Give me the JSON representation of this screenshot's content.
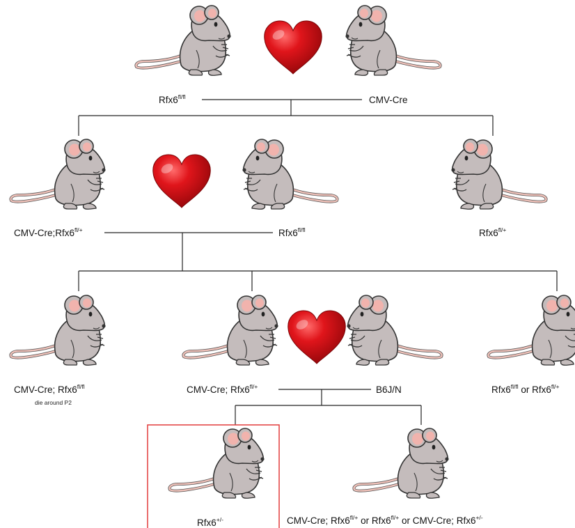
{
  "colors": {
    "line": "#222222",
    "heart": "#e0151b",
    "highlight_box": "#e23b3b",
    "mouse_body": "#c4bcbc",
    "mouse_ear_inner": "#f1b3ad"
  },
  "generation1": {
    "left_parent": {
      "base": "Rfx6",
      "sup": "fl/fl"
    },
    "right_parent": {
      "text": "CMV-Cre"
    }
  },
  "generation2": {
    "left": {
      "prefix": "CMV-Cre;Rfx6",
      "sup": "fl/+"
    },
    "mate": {
      "base": "Rfx6",
      "sup": "fl/fl"
    },
    "right": {
      "base": "Rfx6",
      "sup": "fl/+"
    }
  },
  "generation3": {
    "left": {
      "prefix": "CMV-Cre; Rfx6",
      "sup": "fl/fl",
      "note": "die around P2"
    },
    "middle": {
      "prefix": "CMV-Cre; Rfx6",
      "sup": "fl/+"
    },
    "mate": {
      "text": "B6J/N"
    },
    "right": {
      "base1": "Rfx6",
      "sup1": "fl/fl",
      "mid": " or Rfx6",
      "sup2": "fl/+"
    }
  },
  "generation4": {
    "left": {
      "base": "Rfx6",
      "sup": "+/-"
    },
    "right": {
      "p1": "CMV-Cre; Rfx6",
      "s1": "fl/+",
      "p2": " or Rfx6",
      "s2": "fl/+",
      "p3": " or CMV-Cre; Rfx6",
      "s3": "+/-"
    }
  }
}
